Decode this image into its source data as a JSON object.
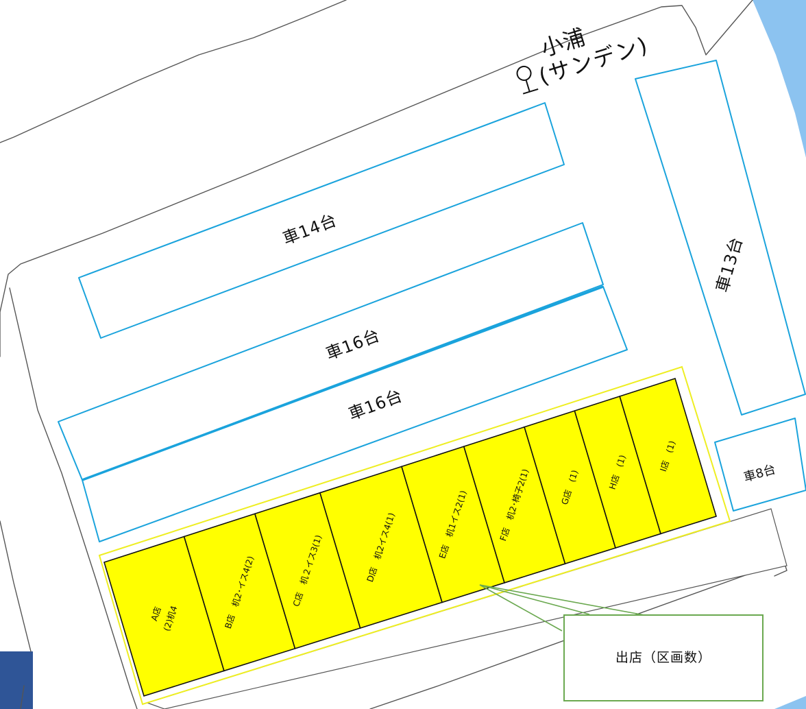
{
  "station": {
    "name": "小浦",
    "sub": "(サンデン)",
    "icon": "bus-stop-icon"
  },
  "parking": {
    "row1_label": "車14台",
    "row2_label": "車16台",
    "row3_label": "車16台",
    "right_label": "車13台",
    "small_label": "車8台"
  },
  "stalls": [
    {
      "name": "A店",
      "detail": "(2)机4"
    },
    {
      "name": "B店",
      "detail": "机2･イス4(2)"
    },
    {
      "name": "C店",
      "detail": "机２イス3(1)"
    },
    {
      "name": "D店",
      "detail": "机2イス4(1)"
    },
    {
      "name": "E店",
      "detail": "机1イス2(1)"
    },
    {
      "name": "F店",
      "detail": "机2･椅子2(1)"
    },
    {
      "name": "G店",
      "detail": "(1)"
    },
    {
      "name": "H店",
      "detail": "(1)"
    },
    {
      "name": "I店",
      "detail": "(1)"
    }
  ],
  "callout": {
    "text": "出店（区画数）"
  },
  "colors": {
    "stall_fill": "#ffff00",
    "parking_outline": "#1aa3dc",
    "zone_outline": "#eeee22",
    "callout_border": "#6aa84f",
    "corner_blue": "#8cc3f0",
    "corner_navy": "#2f5597"
  }
}
